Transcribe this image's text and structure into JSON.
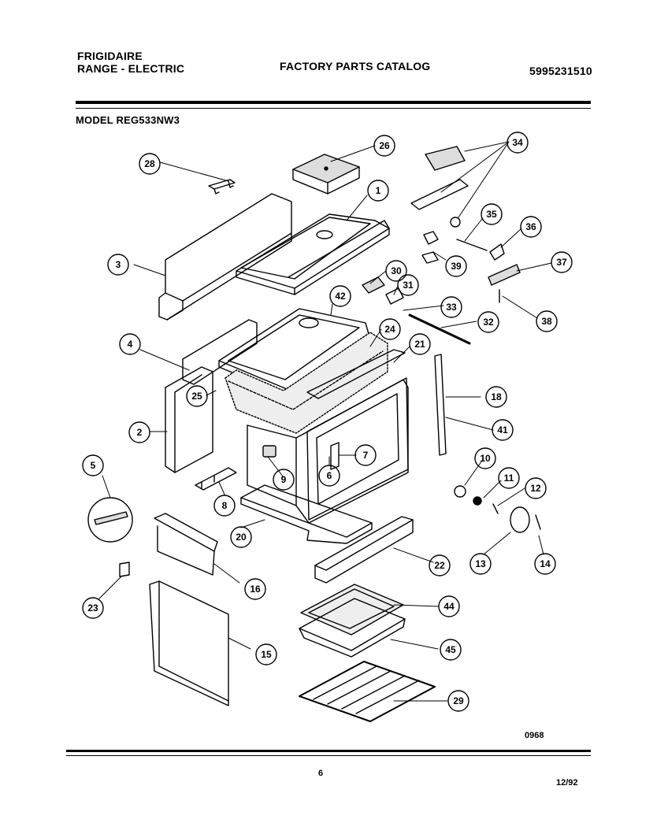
{
  "header": {
    "brand": "FRIGIDAIRE",
    "product_line": "RANGE - ELECTRIC",
    "catalog_title": "FACTORY PARTS CATALOG",
    "catalog_number": "5995231510",
    "model_label": "MODEL REG533NW3"
  },
  "parts_callouts": [
    "1",
    "2",
    "3",
    "4",
    "5",
    "6",
    "7",
    "8",
    "9",
    "10",
    "11",
    "12",
    "13",
    "14",
    "15",
    "16",
    "18",
    "20",
    "21",
    "22",
    "23",
    "24",
    "25",
    "26",
    "28",
    "29",
    "30",
    "31",
    "32",
    "33",
    "34",
    "35",
    "36",
    "37",
    "38",
    "39",
    "41",
    "42",
    "44",
    "45"
  ],
  "footer": {
    "diagram_code": "0968",
    "page_number": "6",
    "print_date": "12/92"
  }
}
